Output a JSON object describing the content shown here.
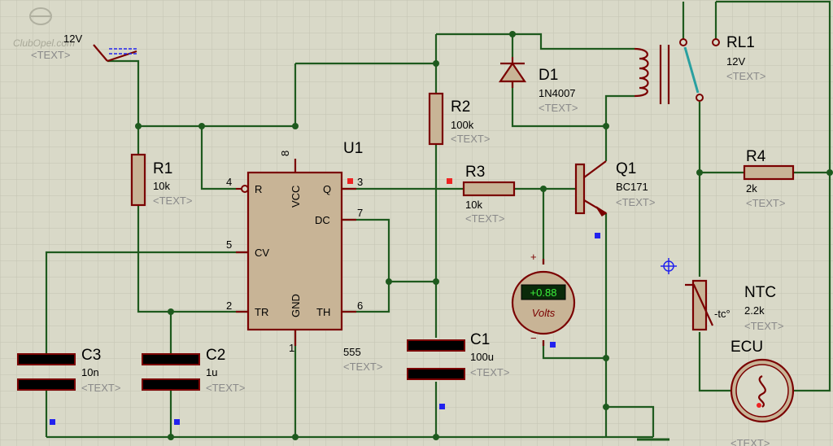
{
  "watermark": {
    "text": "ClubOpel.com"
  },
  "power": {
    "label": "12V",
    "text": "<TEXT>"
  },
  "u1": {
    "ref": "U1",
    "type": "555",
    "text": "<TEXT>",
    "pins": {
      "r": "R",
      "vcc": "VCC",
      "q": "Q",
      "dc": "DC",
      "cv": "CV",
      "tr": "TR",
      "gnd": "GND",
      "th": "TH"
    },
    "pin_numbers": {
      "p1": "1",
      "p2": "2",
      "p3": "3",
      "p4": "4",
      "p5": "5",
      "p6": "6",
      "p7": "7",
      "p8": "8"
    }
  },
  "r1": {
    "ref": "R1",
    "value": "10k",
    "text": "<TEXT>"
  },
  "r2": {
    "ref": "R2",
    "value": "100k",
    "text": "<TEXT>"
  },
  "r3": {
    "ref": "R3",
    "value": "10k",
    "text": "<TEXT>"
  },
  "r4": {
    "ref": "R4",
    "value": "2k",
    "text": "<TEXT>"
  },
  "c1": {
    "ref": "C1",
    "value": "100u",
    "text": "<TEXT>"
  },
  "c2": {
    "ref": "C2",
    "value": "1u",
    "text": "<TEXT>"
  },
  "c3": {
    "ref": "C3",
    "value": "10n",
    "text": "<TEXT>"
  },
  "d1": {
    "ref": "D1",
    "value": "1N4007",
    "text": "<TEXT>"
  },
  "q1": {
    "ref": "Q1",
    "value": "BC171",
    "text": "<TEXT>"
  },
  "rl1": {
    "ref": "RL1",
    "value": "12V",
    "text": "<TEXT>"
  },
  "ntc": {
    "ref": "NTC",
    "value": "2.2k",
    "text": "<TEXT>",
    "symbol": "-tc°"
  },
  "ecu": {
    "ref": "ECU",
    "text": "<TEXT>"
  },
  "voltmeter": {
    "reading": "+0.88",
    "unit": "Volts",
    "plus": "+",
    "minus": "−"
  },
  "colors": {
    "wire": "#1e5a1e",
    "component": "#7a0000",
    "body": "#c8b496",
    "grid": "#c4c4b2",
    "background": "#d9d9c8",
    "probe_marker": "#2222ee",
    "logic_high": "#ee2222"
  }
}
